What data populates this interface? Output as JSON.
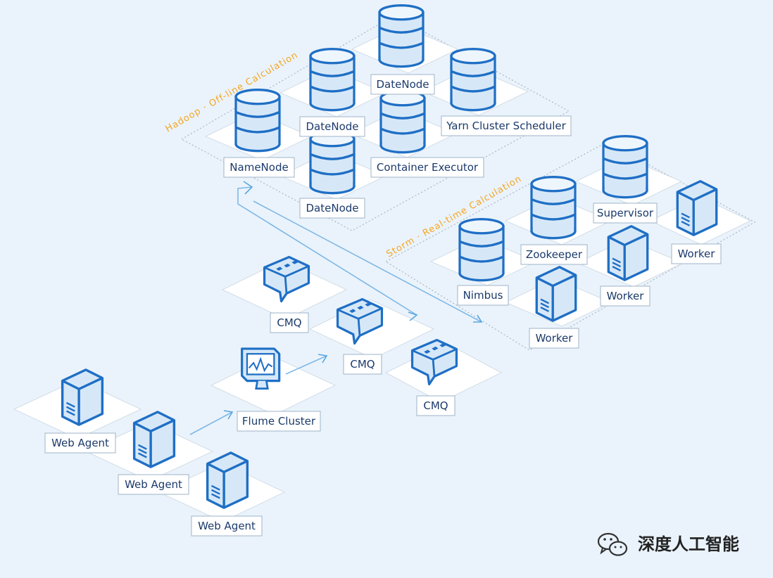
{
  "clusters": {
    "hadoop_title": "Hadoop · Off-line Calculation",
    "storm_title": "Storm · Real-time Calculation"
  },
  "nodes": {
    "hadoop_datenode_top": "DateNode",
    "hadoop_datenode_mid": "DateNode",
    "hadoop_yarn": "Yarn Cluster Scheduler",
    "hadoop_namenode": "NameNode",
    "hadoop_container": "Container Executor",
    "hadoop_datenode_bottom": "DateNode",
    "storm_supervisor": "Supervisor",
    "storm_zookeeper": "Zookeeper",
    "storm_worker_right": "Worker",
    "storm_nimbus": "Nimbus",
    "storm_worker_mid": "Worker",
    "storm_worker_bottom": "Worker",
    "cmq_1": "CMQ",
    "cmq_2": "CMQ",
    "cmq_3": "CMQ",
    "flume": "Flume Cluster",
    "web_agent_1": "Web Agent",
    "web_agent_2": "Web Agent",
    "web_agent_3": "Web Agent"
  },
  "watermark": {
    "text": "深度人工智能",
    "icon": "wechat-icon"
  },
  "colors": {
    "background": "#eaf3fb",
    "icon_fill": "#d6e8f8",
    "icon_stroke": "#1f6fc5",
    "cluster_title": "#f5a623",
    "flow_arrow": "#7fb8e6"
  }
}
